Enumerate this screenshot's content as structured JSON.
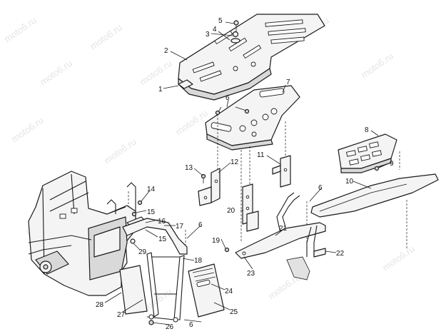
{
  "watermark": {
    "text": "moto6.ru"
  },
  "callouts": [
    "1",
    "2",
    "3",
    "4",
    "5",
    "6",
    "6",
    "6",
    "6",
    "7",
    "8",
    "9",
    "10",
    "11",
    "12",
    "13",
    "14",
    "15",
    "15",
    "16",
    "17",
    "18",
    "19",
    "20",
    "21",
    "22",
    "23",
    "24",
    "25",
    "26",
    "27",
    "28",
    "29"
  ]
}
